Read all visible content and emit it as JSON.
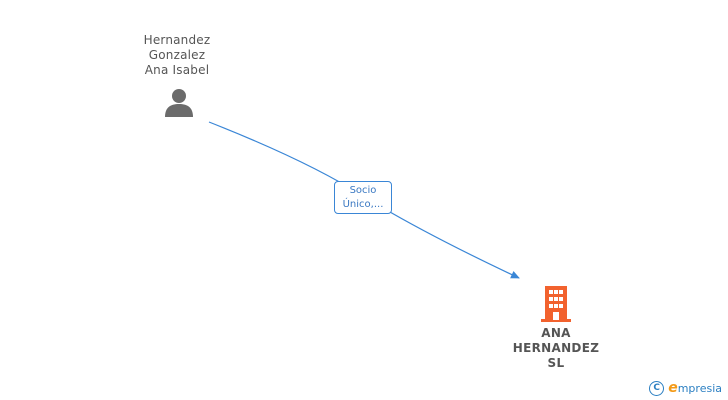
{
  "nodes": {
    "person": {
      "name": "Hernandez\nGonzalez\nAna Isabel",
      "icon": "person-icon",
      "color": "#6b6b6b"
    },
    "company": {
      "name": "ANA\nHERNANDEZ\nSL",
      "icon": "building-icon",
      "color": "#f2622e"
    }
  },
  "edge": {
    "from": "person",
    "to": "company",
    "label_line1": "Socio",
    "label_line2": "Único,...",
    "color": "#3a86d6"
  },
  "footer": {
    "copyright_symbol": "C",
    "brand_initial": "e",
    "brand_rest": "mpresia"
  }
}
